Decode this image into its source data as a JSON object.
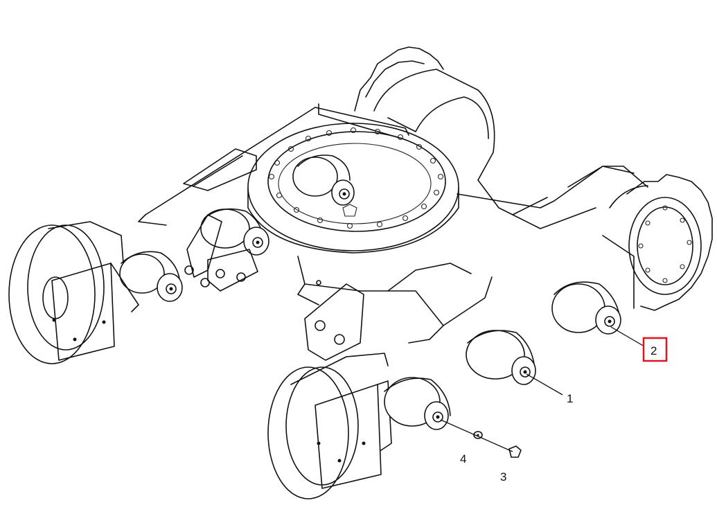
{
  "callouts": [
    {
      "id": "1",
      "label": "1"
    },
    {
      "id": "2",
      "label": "2",
      "highlighted": true
    },
    {
      "id": "3",
      "label": "3"
    },
    {
      "id": "4",
      "label": "4"
    }
  ],
  "colors": {
    "line": "#111111",
    "background": "#ffffff",
    "highlight": "#e0141e"
  }
}
